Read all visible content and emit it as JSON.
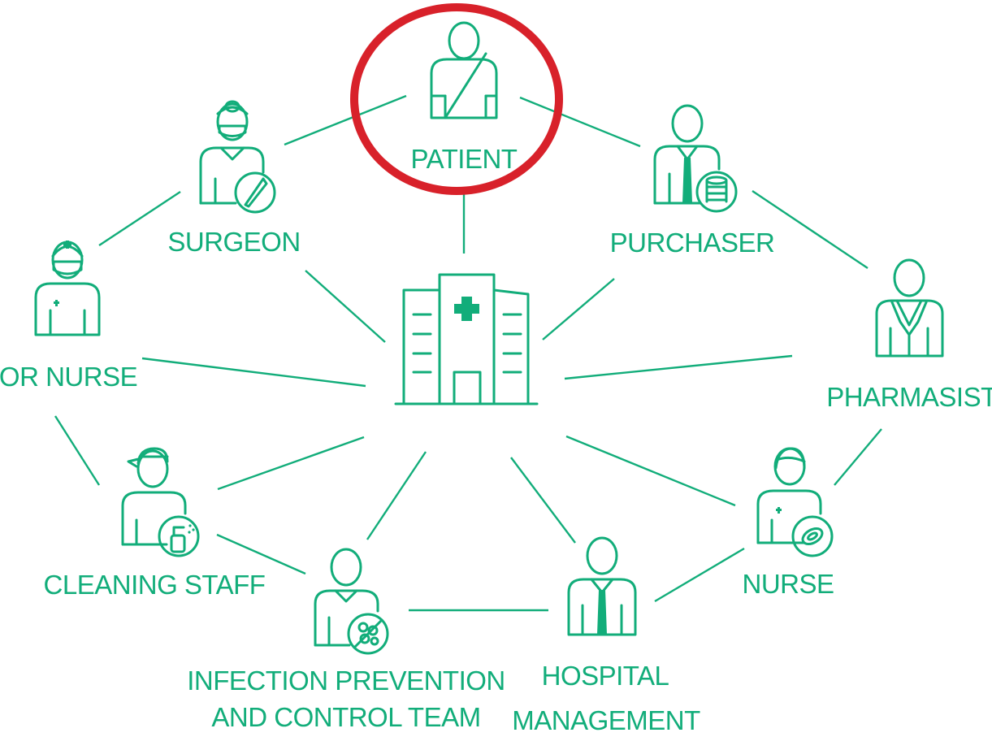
{
  "colors": {
    "accent": "#12ad7a",
    "highlight": "#d8212a",
    "background": "#ffffff"
  },
  "center": {
    "icon": "hospital-building-icon"
  },
  "roles": {
    "patient": {
      "label": "PATIENT",
      "icon": "patient-with-sling-icon",
      "highlighted": true
    },
    "surgeon": {
      "label": "SURGEON",
      "icon": "surgeon-with-scalpel-icon"
    },
    "purchaser": {
      "label": "PURCHASER",
      "icon": "purchaser-with-coins-icon"
    },
    "or_nurse": {
      "label": "OR NURSE",
      "icon": "or-nurse-masked-icon"
    },
    "pharmasist": {
      "label": "PHARMASIST",
      "icon": "pharmacist-icon"
    },
    "cleaning": {
      "label": "CLEANING STAFF",
      "icon": "cleaning-staff-spray-icon"
    },
    "nurse": {
      "label": "NURSE",
      "icon": "nurse-with-band-icon"
    },
    "ipc": {
      "label_line1": "INFECTION PREVENTION",
      "label_line2": "AND CONTROL TEAM",
      "icon": "infection-control-icon"
    },
    "management": {
      "label_line1": "HOSPITAL",
      "label_line2": "MANAGEMENT",
      "icon": "hospital-manager-icon"
    }
  }
}
